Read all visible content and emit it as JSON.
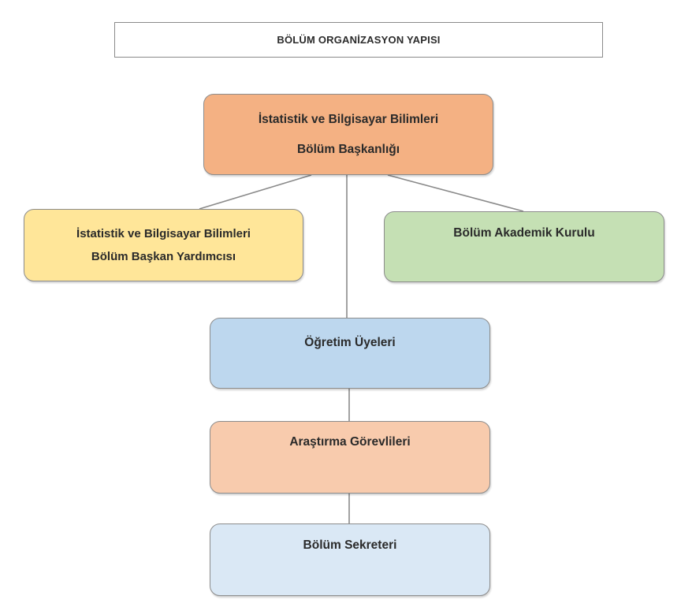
{
  "diagram": {
    "title": "BÖLÜM ORGANİZASYON YAPISI",
    "colors": {
      "head": "#f4b183",
      "deputy": "#ffe699",
      "board": "#c5e0b4",
      "faculty": "#bdd7ee",
      "research": "#f8cbad",
      "secretary": "#dae8f5",
      "border": "#8c8c8c",
      "connector": "#8a8a8a"
    },
    "nodes": {
      "head": {
        "line1": "İstatistik ve Bilgisayar Bilimleri",
        "line2": "Bölüm Başkanlığı"
      },
      "deputy": {
        "line1": "İstatistik ve Bilgisayar Bilimleri",
        "line2": "Bölüm Başkan Yardımcısı"
      },
      "board": {
        "label": "Bölüm Akademik Kurulu"
      },
      "faculty": {
        "label": "Öğretim Üyeleri"
      },
      "research": {
        "label": "Araştırma Görevlileri"
      },
      "secretary": {
        "label": "Bölüm Sekreteri"
      }
    },
    "edges": [
      {
        "from": "head",
        "to": "deputy"
      },
      {
        "from": "head",
        "to": "board"
      },
      {
        "from": "head",
        "to": "faculty"
      },
      {
        "from": "faculty",
        "to": "research"
      },
      {
        "from": "research",
        "to": "secretary"
      }
    ]
  }
}
